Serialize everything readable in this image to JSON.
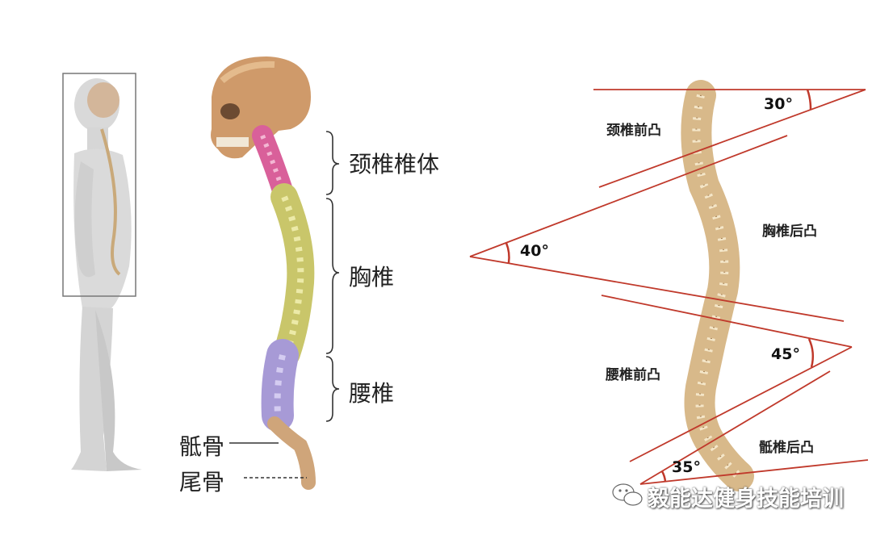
{
  "left_labels": {
    "cervical": "颈椎椎体",
    "thoracic": "胸椎",
    "lumbar": "腰椎",
    "sacrum": "骶骨",
    "coccyx": "尾骨"
  },
  "right_labels": {
    "cervical_lordosis": "颈椎前凸",
    "thoracic_kyphosis": "胸椎后凸",
    "lumbar_lordosis": "腰椎前凸",
    "sacral_kyphosis": "骶椎后凸"
  },
  "angles": {
    "cervical": "30°",
    "thoracic": "40°",
    "lumbar": "45°",
    "sacral": "35°"
  },
  "watermark": "毅能达健身技能培训",
  "colors": {
    "cervical": "#d9609a",
    "thoracic": "#c9c66a",
    "lumbar": "#a79ad6",
    "bone": "#d8b98a",
    "line_red": "#c0392b"
  }
}
